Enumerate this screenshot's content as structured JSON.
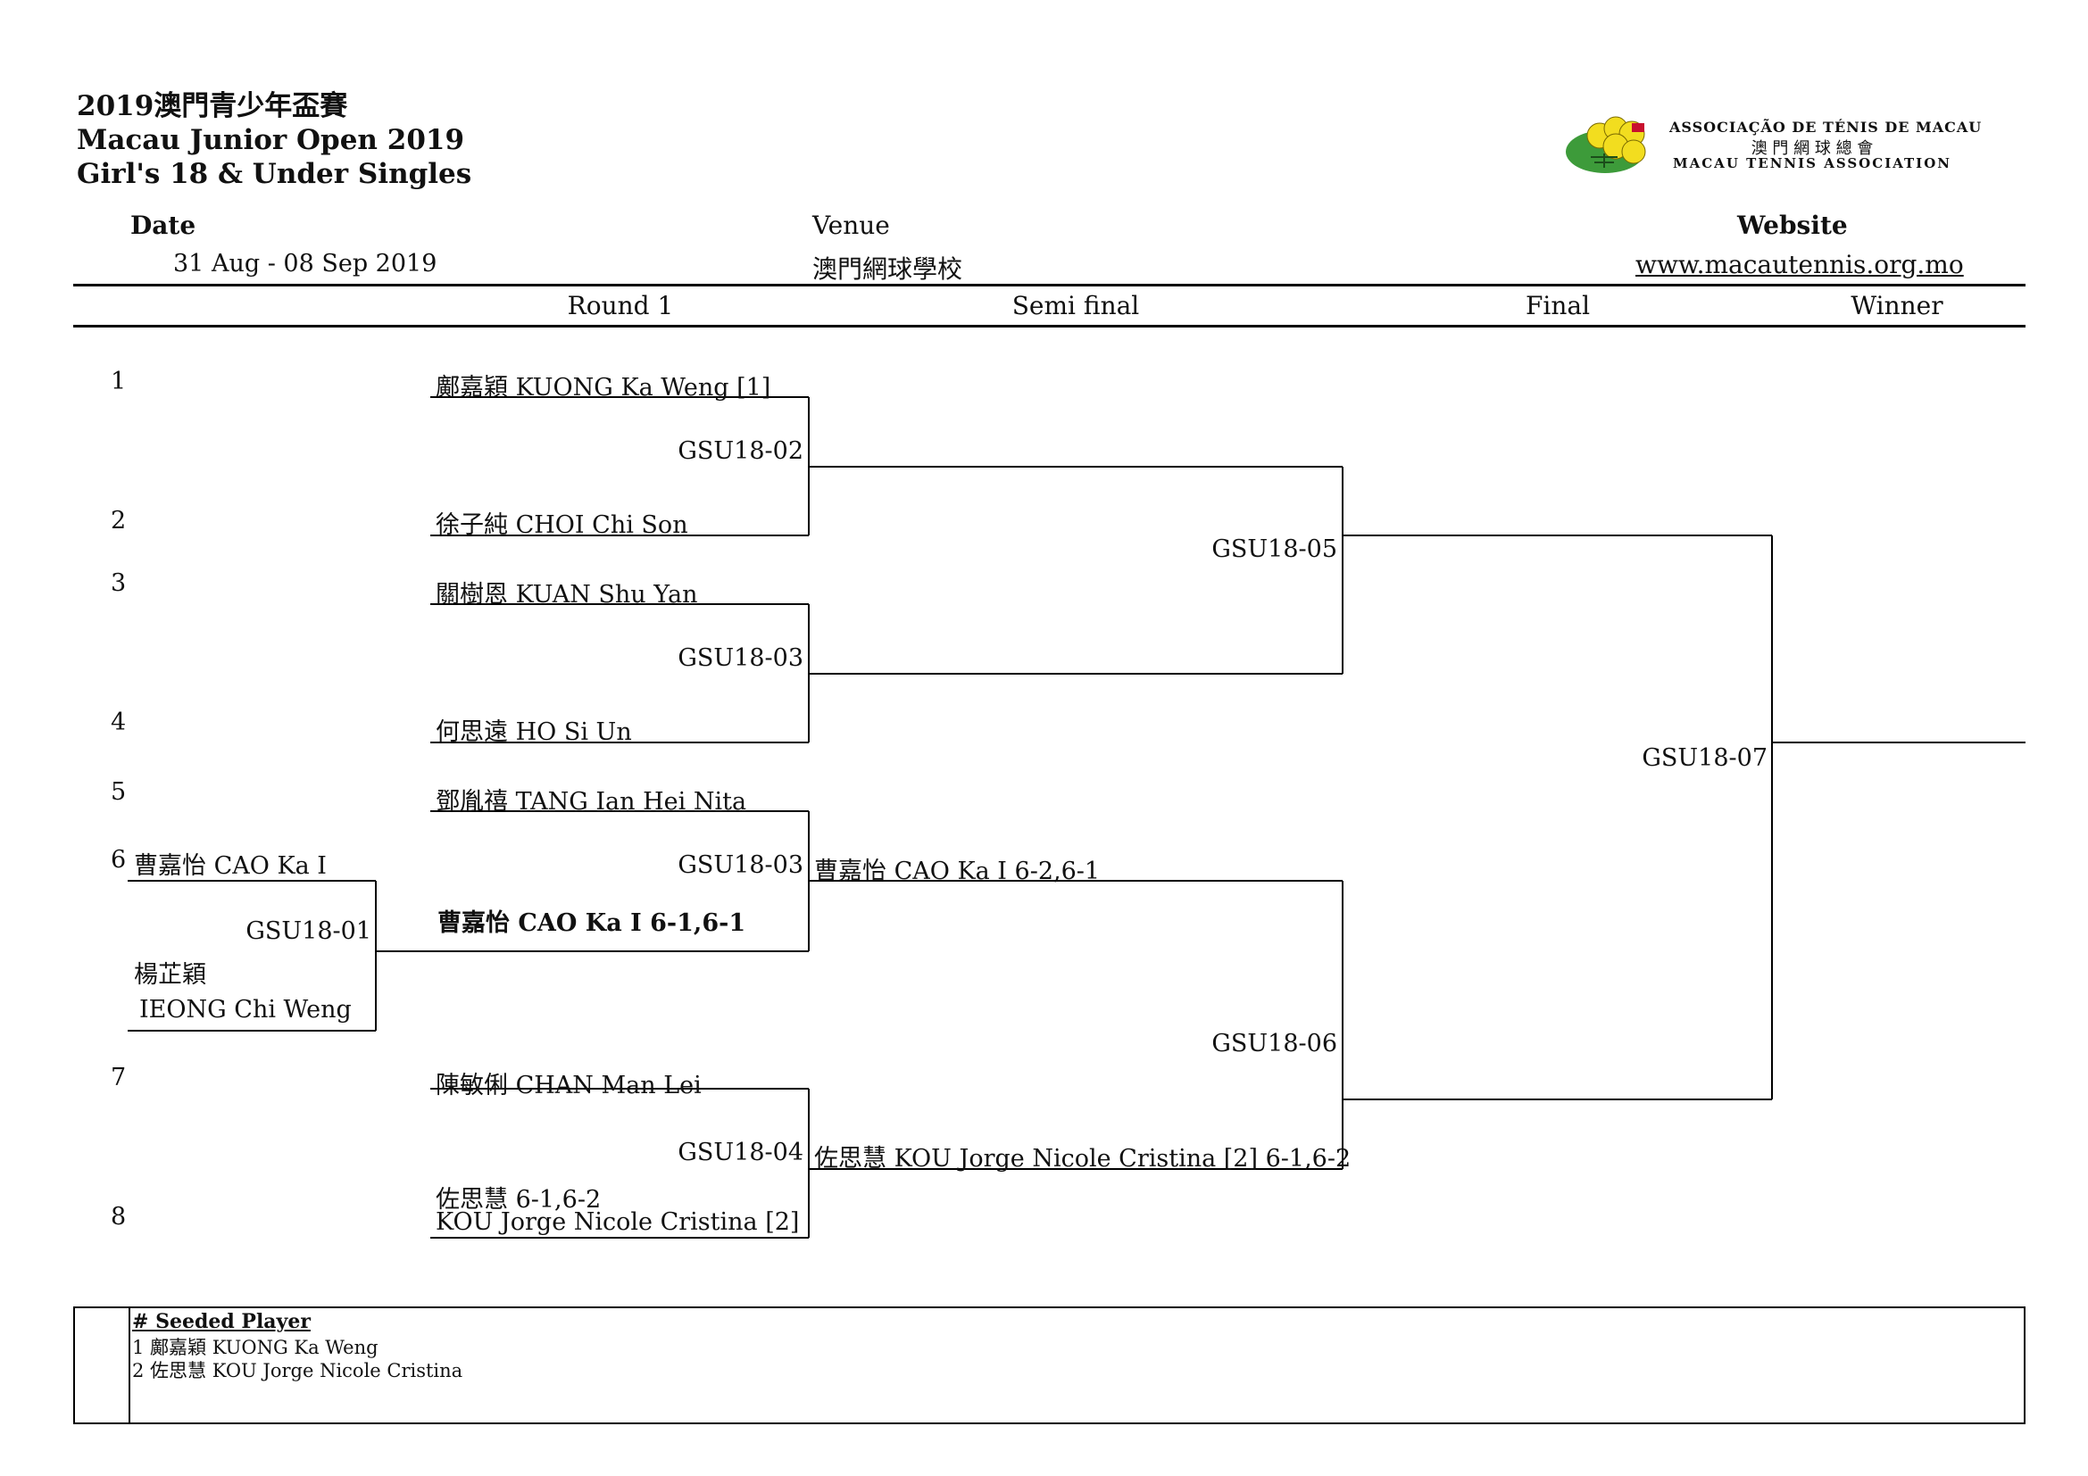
{
  "header": {
    "title_zh": "2019澳門青少年盃賽",
    "title_en": "Macau Junior Open 2019",
    "event": "Girl's 18 & Under Singles",
    "date_label": "Date",
    "date_value": "31 Aug - 08 Sep 2019",
    "venue_label": "Venue",
    "venue_value": "澳門網球學校",
    "website_label": "Website",
    "website_value": "www.macautennis.org.mo"
  },
  "logo": {
    "line1": "ASSOCIAÇÃO DE TÉNIS DE MACAU",
    "line2": "澳 門 網 球 總 會",
    "line3": "MACAU TENNIS ASSOCIATION",
    "colors": {
      "green": "#3d9b3a",
      "yellow": "#f2dd1f",
      "red": "#c8102e"
    }
  },
  "rounds": [
    "Round 1",
    "Semi final",
    "Final",
    "Winner"
  ],
  "draw_positions": [
    "1",
    "2",
    "3",
    "4",
    "5",
    "6",
    "7",
    "8"
  ],
  "prelim": {
    "top": "曹嘉怡 CAO Ka I",
    "bottom_zh": "楊芷穎",
    "bottom_en": "IEONG Chi Weng",
    "match": "GSU18-01"
  },
  "round1": {
    "p1": "鄺嘉穎 KUONG Ka Weng [1]",
    "p2": "徐子純 CHOI Chi Son",
    "p3": "關樹恩 KUAN Shu Yan",
    "p4": "何思遠 HO Si Un",
    "p5": "鄧胤禧 TANG Ian Hei Nita",
    "p6": "曹嘉怡 CAO Ka I 6-1,6-1",
    "p7": "陳敏俐 CHAN Man Lei",
    "p8_zh": "佐思慧 6-1,6-2",
    "p8_en": "KOU Jorge Nicole Cristina [2]"
  },
  "match_codes": {
    "m2": "GSU18-02",
    "m3a": "GSU18-03",
    "m3b": "GSU18-03",
    "m4": "GSU18-04",
    "m5": "GSU18-05",
    "m6": "GSU18-06",
    "m7": "GSU18-07"
  },
  "semi": {
    "s3": "曹嘉怡 CAO Ka I 6-2,6-1",
    "s4": "佐思慧 KOU Jorge Nicole Cristina [2] 6-1,6-2"
  },
  "seeds": {
    "title": "# Seeded Player",
    "items": [
      "1 鄺嘉穎 KUONG Ka Weng",
      "2 佐思慧 KOU Jorge Nicole Cristina"
    ]
  }
}
